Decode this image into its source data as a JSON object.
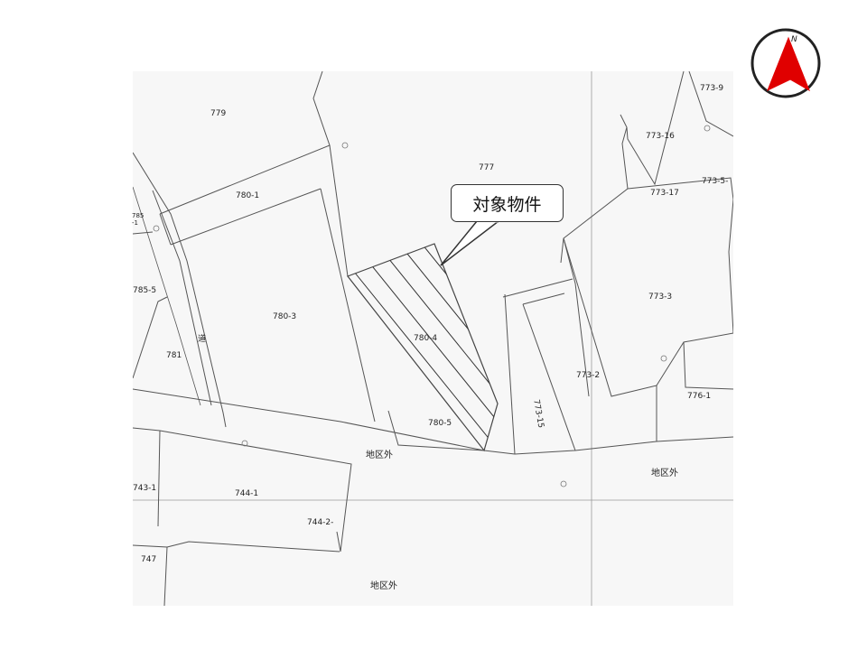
{
  "callout": {
    "text": "対象物件"
  },
  "compass": {
    "label": "N",
    "accent_color": "#e00000"
  },
  "parcels": {
    "p779": "779",
    "p777": "777",
    "p773_9": "773-9",
    "p773_16": "773-16",
    "p773_17": "773-17",
    "p773_5": "773-5-",
    "p780_1": "780-1",
    "p785_1a": "785",
    "p785_1b": "-1",
    "p785_5": "785-5",
    "p780_3": "780-3",
    "p780_4": "780-4",
    "p773_3": "773-3",
    "p781": "781",
    "road": "道",
    "p773_2": "773-2",
    "p773_15": "773-15",
    "p776_1": "776-1",
    "p780_5": "780-5",
    "outside_1": "地区外",
    "outside_2": "地区外",
    "p743_1": "743-1",
    "p744_1": "744-1",
    "p744_2": "744-2-",
    "p747": "747",
    "outside_3": "地区外"
  },
  "subject_parcel": "780-4"
}
